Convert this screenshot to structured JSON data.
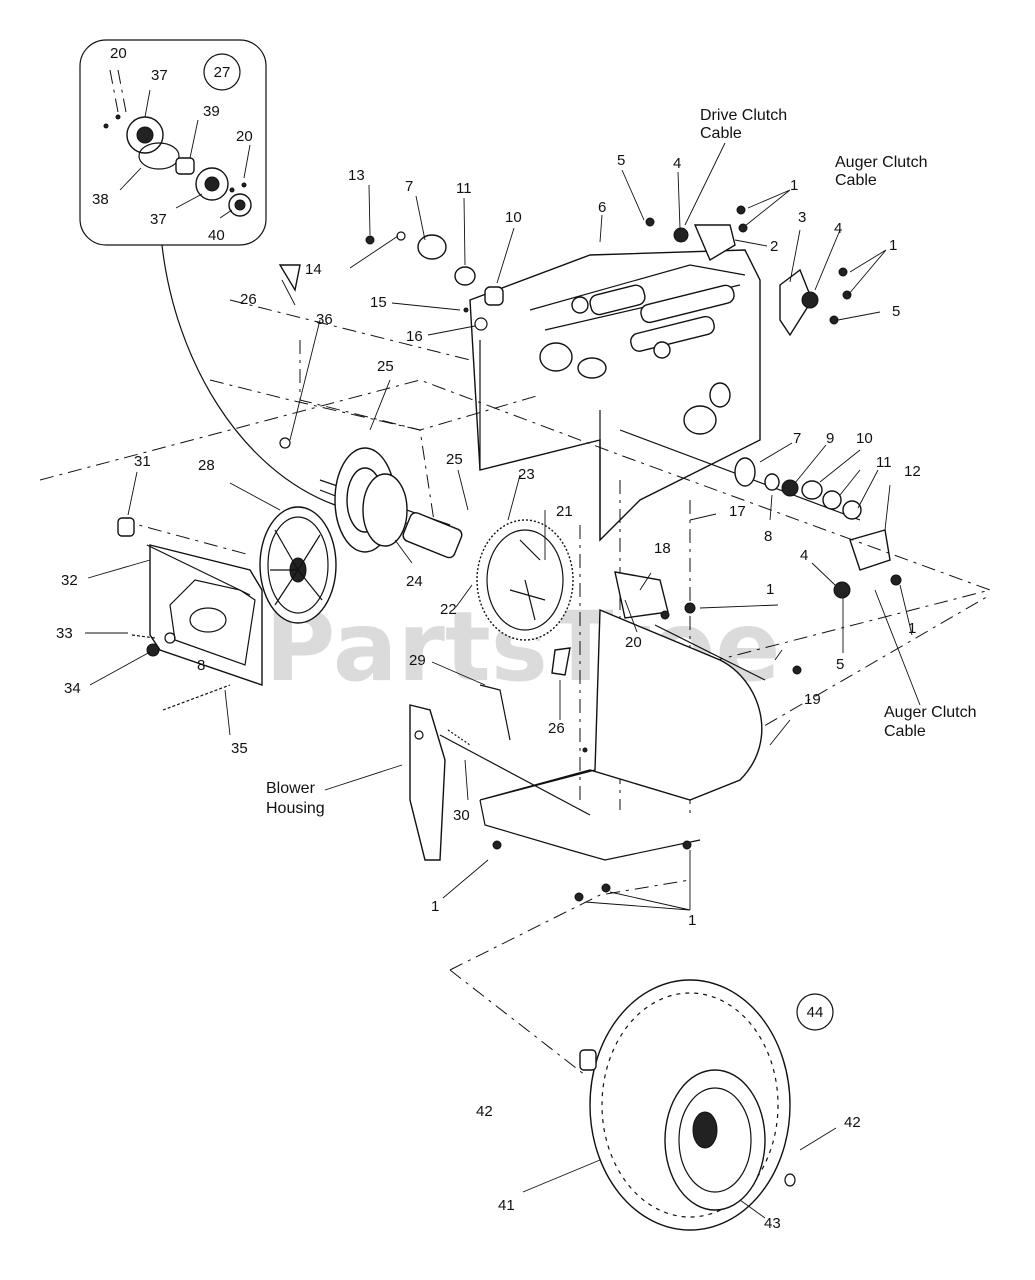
{
  "watermark": "PartsTree",
  "captions": {
    "drive_clutch_cable": [
      "Drive Clutch",
      "Cable"
    ],
    "auger_clutch_cable_top": [
      "Auger Clutch",
      "Cable"
    ],
    "auger_clutch_cable_right": [
      "Auger Clutch",
      "Cable"
    ],
    "blower_housing": [
      "Blower",
      "Housing"
    ]
  },
  "callouts": {
    "c27": "27",
    "c44": "44"
  },
  "labels": {
    "inset_20a": "20",
    "inset_37a": "37",
    "inset_39": "39",
    "inset_20b": "20",
    "inset_38": "38",
    "inset_37b": "37",
    "inset_40": "40",
    "n13": "13",
    "n7a": "7",
    "n11a": "11",
    "n10a": "10",
    "n14": "14",
    "n15": "15",
    "n16": "16",
    "n6": "6",
    "n5a": "5",
    "n4a": "4",
    "n1a": "1",
    "n2": "2",
    "n3": "3",
    "n4b": "4",
    "n1b": "1",
    "n5b": "5",
    "n26a": "26",
    "n36": "36",
    "n25a": "25",
    "n25b": "25",
    "n23": "23",
    "n21": "21",
    "n7b": "7",
    "n9": "9",
    "n10b": "10",
    "n11b": "11",
    "n12": "12",
    "n8a": "8",
    "n17": "17",
    "n31": "31",
    "n28": "28",
    "n32": "32",
    "n33": "33",
    "n34": "34",
    "n8b": "8",
    "n35": "35",
    "n24": "24",
    "n22": "22",
    "n18": "18",
    "n20": "20",
    "n1c": "1",
    "n4c": "4",
    "n1d": "1",
    "n5c": "5",
    "n29": "29",
    "n26b": "26",
    "n19": "19",
    "n30": "30",
    "n1e": "1",
    "n1f": "1",
    "n42a": "42",
    "n42b": "42",
    "n41": "41",
    "n43": "43"
  }
}
